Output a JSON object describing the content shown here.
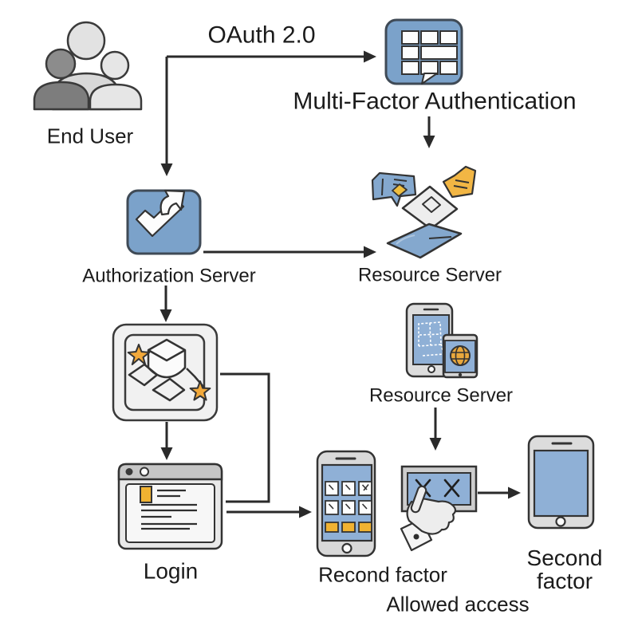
{
  "diagram": {
    "flow_label": "OAuth 2.0",
    "nodes": {
      "end_user": {
        "label": "End User",
        "icon": "users-group-icon"
      },
      "mfa": {
        "label": "Multi-Factor Authentication",
        "icon": "brick-chat-icon"
      },
      "auth_server": {
        "label": "Authorization Server",
        "icon": "check-arrow-badge-icon"
      },
      "resource_server_top": {
        "label": "Resource Server",
        "icon": "stacked-cards-icon"
      },
      "resource_server_mid": {
        "label": "Resource Server",
        "icon": "phones-map-globe-icon"
      },
      "login": {
        "label": "Login",
        "icon": "browser-window-icon"
      },
      "second_factor_phone": {
        "label": "Recond factor",
        "icon": "keypad-phone-icon"
      },
      "allowed_access": {
        "label": "Allowed access",
        "icon": "panel-x-hand-icon"
      },
      "second_factor_tablet": {
        "label": "Second factor",
        "icon": "tablet-icon"
      }
    },
    "colors": {
      "accent_blue": "#7BA2CA",
      "card_blue": "#84A8CE",
      "screen_blue": "#8FB0D6",
      "accent_yellow": "#F0B231",
      "star_yellow": "#F2A93B",
      "person_dark": "#7D7D7D",
      "person_light": "#E2E2E2",
      "outline": "#333333",
      "arrow": "#2A2A2A",
      "background": "#FFFFFF"
    }
  }
}
